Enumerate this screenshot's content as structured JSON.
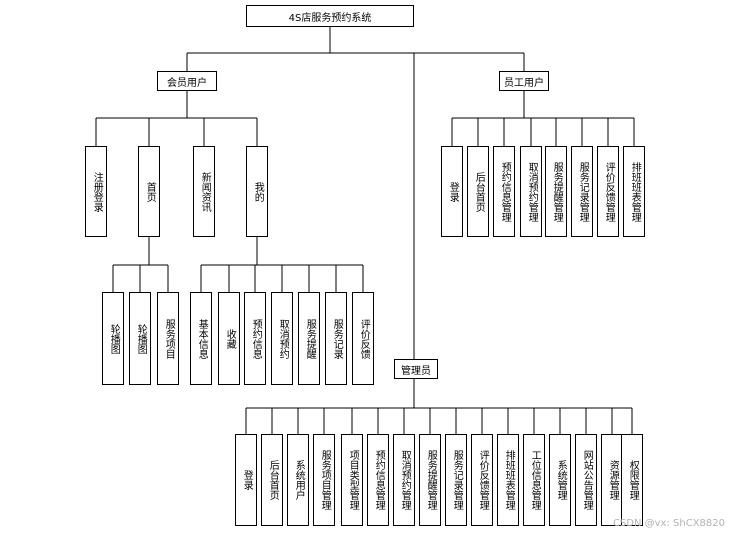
{
  "root": {
    "label": "4S店服务预约系统"
  },
  "member": {
    "label": "会员用户",
    "children": [
      {
        "label": "注册登录"
      },
      {
        "label": "首页",
        "children": [
          {
            "label": "轮播图"
          },
          {
            "label": "轮播图"
          },
          {
            "label": "服务项目"
          }
        ]
      },
      {
        "label": "新闻资讯"
      },
      {
        "label": "我的",
        "children": [
          {
            "label": "基本信息"
          },
          {
            "label": "收藏"
          },
          {
            "label": "预约信息"
          },
          {
            "label": "取消预约"
          },
          {
            "label": "服务提醒"
          },
          {
            "label": "服务记录"
          },
          {
            "label": "评价反馈"
          }
        ]
      }
    ]
  },
  "staff": {
    "label": "员工用户",
    "children": [
      {
        "label": "登录"
      },
      {
        "label": "后台首页"
      },
      {
        "label": "预约信息管理"
      },
      {
        "label": "取消预约管理"
      },
      {
        "label": "服务提醒管理"
      },
      {
        "label": "服务记录管理"
      },
      {
        "label": "评价反馈管理"
      },
      {
        "label": "排班班表管理"
      }
    ]
  },
  "admin": {
    "label": "管理员",
    "children": [
      {
        "label": "登录"
      },
      {
        "label": "后台首页"
      },
      {
        "label": "系统用户"
      },
      {
        "label": "服务项目管理"
      },
      {
        "label": "项目类型管理"
      },
      {
        "label": "预约信息管理"
      },
      {
        "label": "取消预约管理"
      },
      {
        "label": "服务提醒管理"
      },
      {
        "label": "服务记录管理"
      },
      {
        "label": "评价反馈管理"
      },
      {
        "label": "排班班表管理"
      },
      {
        "label": "工位信息管理"
      },
      {
        "label": "系统管理"
      },
      {
        "label": "网站公告管理"
      },
      {
        "label": "资源管理"
      },
      {
        "label": "权限管理"
      }
    ]
  },
  "watermark": "CSDN @vx: ShCX8820"
}
